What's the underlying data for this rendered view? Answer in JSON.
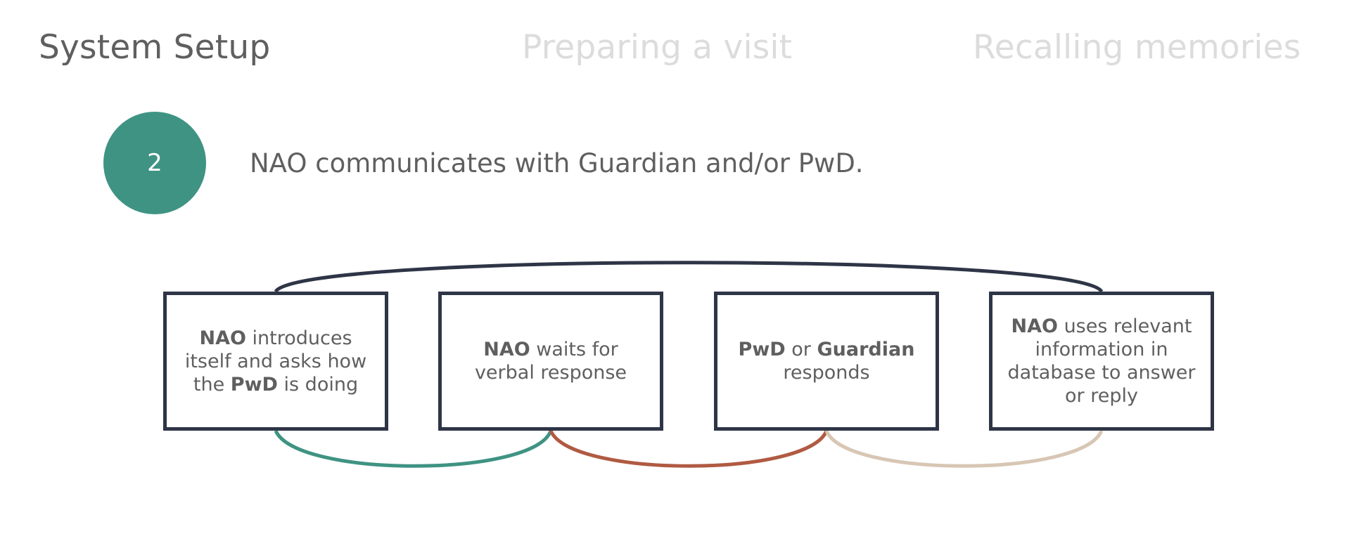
{
  "tabs": [
    {
      "label": "System Setup",
      "active": true
    },
    {
      "label": "Preparing a visit",
      "active": false
    },
    {
      "label": "Recalling memories",
      "active": false
    }
  ],
  "step": {
    "number": "2",
    "description": "NAO communicates with Guardian and/or PwD."
  },
  "boxes": [
    {
      "b1": "NAO",
      "t1": " introduces itself and asks how the ",
      "b2": "PwD",
      "t2": " is doing"
    },
    {
      "b1": "NAO",
      "t1": " waits for verbal response",
      "b2": "",
      "t2": ""
    },
    {
      "b1": "PwD",
      "t1": " or ",
      "b2": "Guardian",
      "t2": " responds"
    },
    {
      "b1": "NAO",
      "t1": " uses relevant information in database to answer or reply",
      "b2": "",
      "t2": ""
    }
  ],
  "colors": {
    "accent_teal": "#3f9383",
    "accent_rust": "#b05a42",
    "accent_beige": "#d8c6b4",
    "box_border": "#2e3546",
    "text": "#5f5f5f",
    "inactive_tab": "#dcdcdc"
  }
}
